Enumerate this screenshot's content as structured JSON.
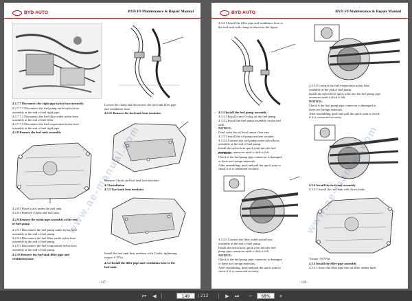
{
  "header": {
    "brand": "BYD AUTO",
    "title": "BYD F9 Maintenance & Repair Manual"
  },
  "left_page": {
    "sec_4277_title": "4.2.7.7 Disconnect the right pipe nylon hose assembly",
    "sec_4277_body": "4.2.7.7.1 Disconnect the fuel pump outlet nylon hose\nassembly at the end of fuel rigid pipe.\n4.2.7.7.2 Disconnect the fuel filter outlet nylon hose\nassembly at the end of fuel filter.\n4.2.7.7.3 Disconnect the fuel evaporation nylon hose\nassembly at the end of fuel rigid pipe.",
    "sec_428_title": "4.2.8 Remove the fuel tank assembly",
    "sec_428_body": "4.2.8.1 Place a jack under the fuel tank.\n4.2.8.2 Remove 4 bolts and fuel tank.",
    "sec_429_title": "4.2.9 Remove the nylon pipe assembly at the end\nof fuel pump",
    "sec_429_body": "4.2.9.1 Disconnect the fuel pump outlet nylon hose\nassembly at the end of fuel pump.\n4.2.9.2 Disconnect the fuel filter outlet nylon hose\nassembly at the end of fuel pump.\n4.2.9.3 Disconnect the fuel evaporation nylon hose\nassembly at the end of fuel pump.",
    "sec_4210_title": "4.2.10 Remove the fuel tank filler pipe and\nventilation hose.",
    "col2_intro": "Loosen the clamp and disconnect the fuel tank filler pipe\nand ventilation hose.",
    "sec_42101_title": "4.2.11 Remove the fuel tank heat insulator",
    "col2_remove": "Remove 3 bolts and fuel tank heat insulator.",
    "sec_43_title": "4.3 Installation",
    "sec_431_title": "4.3.1 Fuel tank heat insulator",
    "col2_install": "Install the fuel tank heat insulator with 3 bolts, tightening\ntorque: 8 N*m.",
    "sec_432_title": "4.3.2 Install the filler pipe and ventilation hose to the\nfuel tank.",
    "page_number": "- 147 -"
  },
  "right_page": {
    "sec_4321_body": "4.3.2.1 Install the filler pipe and ventilation hose to\nthe fuel tank with clamp as shown in the figure.",
    "sec_433_title": "4.3.3 Install the fuel pump assembly",
    "sec_433_body": "4.3.3.1 Install a new O-ring on the fuel pump.\n4.3.3.2 Install the fuel pump assembly on the fuel\ntank.",
    "notice1_title": "NOTICE:",
    "notice1_body": "Don't twist the oil level sensor float arm.\n4.3.3.3 Install the oil pump resilient retainer.\n4.3.3.4 Connect the fuel pump outlet nylon hose\nassembly at the end of fuel pump.\nInstall the nylon hose quick joint into the fuel\npump pipe connector until a click is felt.",
    "notice2_title": "NOTICE:",
    "notice2_body": "Check if the fuel pump pipe connector is damaged\nor there are foreign materials.\nAfter assembling, push and pull the quick joint to\ncheck if it is connected securely.",
    "sec_4335_body": "4.3.3.5 Connect the filter outlet nylon hose\nassembly at the end of fuel pump.\nInstall the nylon hose quick joint into the fuel\npump pipe connector until a click is felt.",
    "notice3_title": "NOTICE:",
    "notice3_body": "Check if the fuel pump pipe connector is damaged\nor there are foreign materials.\nAfter assembling, push and pull the quick joint to\ncheck if it is connected securely.",
    "sec_4336_body": "4.3.3.6 Connect the fuel evaporation nylon hose\nassembly at the end of fuel pump.\nInstall the nylon hose quick joint into the fuel pump pipe\nconnector until a click is felt.",
    "notice4_title": "NOTICE:",
    "notice4_body": "Check if the fuel pump pipe connector is damaged or\nthere are foreign materials.\nAfter assembling, push and pull the quick joint to check\nif it is connected securely.",
    "sec_434_title": "4.3.4 Install the fuel tank assembly",
    "sec_434_body": "4.3.4.1 Install the fuel tank with 4 new bolts.",
    "torque": "Torque: 50 N*m",
    "sec_435_title": "4.3.5 Install the filler pipe assembly",
    "sec_435_body": "4.3.5.1 Insert the filler pipe into oil filler rubber bush.",
    "page_number": "- 148 -"
  },
  "watermark": "www.ae-manual.com",
  "toolbar": {
    "current_page": "149",
    "page_separator": "/ 212",
    "zoom": "68%",
    "first_icon": "first-page-icon",
    "prev_icon": "prev-page-icon",
    "next_icon": "next-page-icon",
    "last_icon": "last-page-icon",
    "zoom_out_icon": "zoom-out-icon",
    "zoom_in_icon": "zoom-in-icon"
  }
}
